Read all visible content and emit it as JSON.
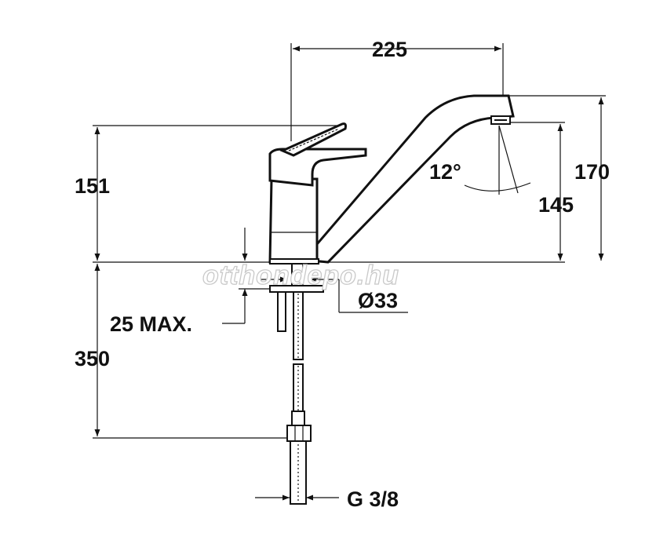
{
  "dimensions": {
    "spout_reach": "225",
    "body_height": "151",
    "overall_height": "170",
    "outlet_height": "145",
    "spout_angle": "12°",
    "hole_diameter": "Ø33",
    "max_thickness": "25 MAX.",
    "hose_length": "350",
    "thread": "G 3/8"
  },
  "watermark": "otthondepo.hu",
  "colors": {
    "ink": "#111111",
    "background": "#ffffff",
    "watermark_outline": "#c9c9c9"
  }
}
